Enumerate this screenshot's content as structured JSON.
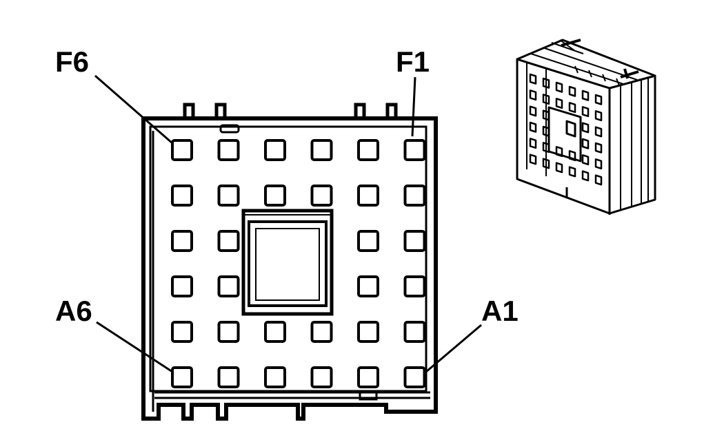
{
  "diagram": {
    "kind": "connector-face-view",
    "grid": {
      "rows": 6,
      "cols": 6
    },
    "pin_labels": {
      "top_left": "F6",
      "top_right": "F1",
      "bottom_left": "A6",
      "bottom_right": "A1"
    },
    "colors": {
      "line": "#000000",
      "background": "#ffffff"
    }
  }
}
